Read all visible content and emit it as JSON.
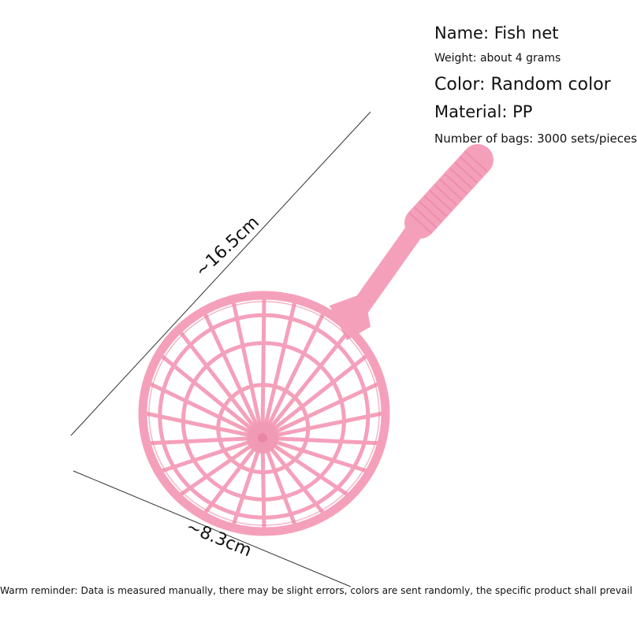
{
  "specs": {
    "name": "Name: Fish net",
    "weight": "Weight: about 4 grams",
    "color": "Color: Random color",
    "material": "Material: PP",
    "bags": "Number of bags: 3000 sets/pieces"
  },
  "dimensions": {
    "length": "~16.5cm",
    "diameter": "~8.3cm"
  },
  "reminder": "Warm reminder: Data is measured manually, there may be slight errors, colors are sent randomly, the specific product shall prevail",
  "colors": {
    "net_pink": "#f5a0bb",
    "net_dark": "#ea86a6",
    "background": "#ffffff",
    "text": "#111111"
  }
}
